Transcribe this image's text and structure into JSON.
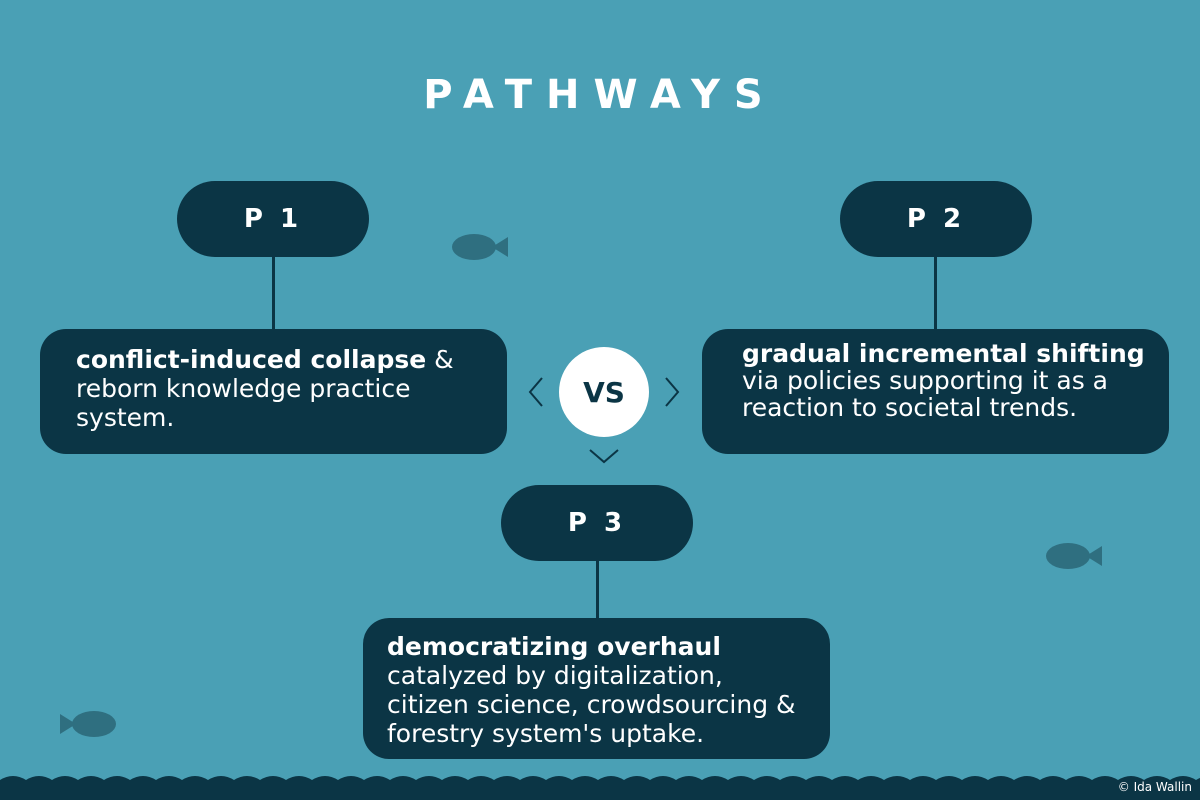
{
  "title": "PATHWAYS",
  "pathways": [
    {
      "label": "P 1",
      "bold": "conflict-induced collapse",
      "text": " & reborn knowledge practice system."
    },
    {
      "label": "P 2",
      "bold": "gradual incremental shifting",
      "text": " via policies supporting it as a reaction to societal trends."
    },
    {
      "label": "P 3",
      "bold": "democratizing overhaul",
      "text": " catalyzed by digitalization, citizen science, crowdsourcing & forestry system's uptake."
    }
  ],
  "vs_label": "VS",
  "credit": "© Ida Wallin",
  "colors": {
    "background": "#4aa0b5",
    "dark": "#0b3545",
    "fish": "#2f6f80",
    "white": "#ffffff"
  },
  "icons": [
    "fish-icon",
    "chevron-left-icon",
    "chevron-right-icon",
    "chevron-down-icon"
  ]
}
